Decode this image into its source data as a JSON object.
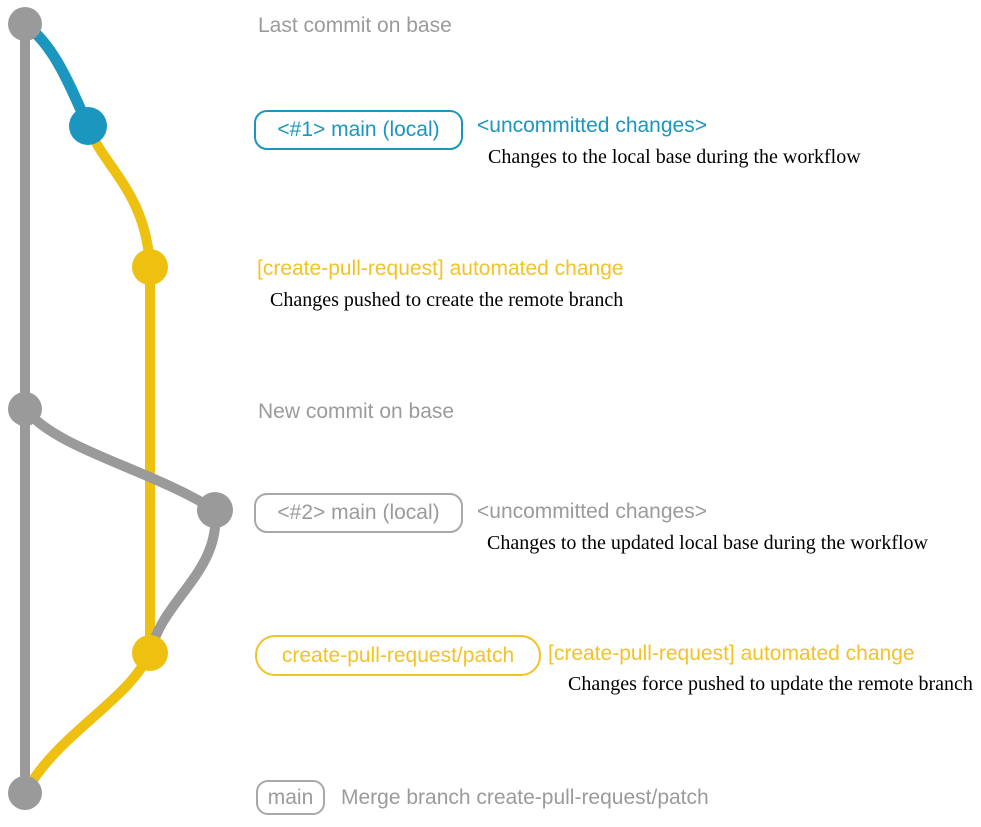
{
  "colors": {
    "gray": "#9a9a9a",
    "gray_text": "#9b9b9b",
    "gray_border": "#a8a8a8",
    "blue": "#1b96be",
    "yellow": "#eec111",
    "yellow_text": "#f2c327"
  },
  "graph": {
    "type": "git-branch-diagram",
    "branches": [
      {
        "name": "base",
        "color_key": "gray"
      },
      {
        "name": "main-local-1",
        "color_key": "blue"
      },
      {
        "name": "create-pull-request/patch",
        "color_key": "yellow"
      },
      {
        "name": "main-local-2",
        "color_key": "gray"
      }
    ],
    "commits": [
      {
        "id": "last-commit-on-base",
        "color_key": "gray"
      },
      {
        "id": "main-local-1-uncommitted",
        "color_key": "blue"
      },
      {
        "id": "automated-change-1",
        "color_key": "yellow"
      },
      {
        "id": "new-commit-on-base",
        "color_key": "gray"
      },
      {
        "id": "main-local-2-uncommitted",
        "color_key": "gray"
      },
      {
        "id": "automated-change-2-force-push",
        "color_key": "yellow"
      },
      {
        "id": "merge-commit",
        "color_key": "gray"
      }
    ]
  },
  "annotations": {
    "last_commit": {
      "label": "Last commit on base"
    },
    "section1": {
      "badge": "<#1> main (local)",
      "title": "<uncommitted changes>",
      "desc": "Changes to the local base during the workflow"
    },
    "section2": {
      "title": "[create-pull-request] automated change",
      "desc": "Changes pushed to create the remote branch"
    },
    "new_commit": {
      "label": "New commit on base"
    },
    "section3": {
      "badge": "<#2> main (local)",
      "title": "<uncommitted changes>",
      "desc": "Changes to the updated local base during the workflow"
    },
    "section4": {
      "badge": "create-pull-request/patch",
      "title": "[create-pull-request] automated change",
      "desc": "Changes force pushed to update the remote branch"
    },
    "section5": {
      "badge": "main",
      "label": "Merge branch create-pull-request/patch"
    }
  }
}
